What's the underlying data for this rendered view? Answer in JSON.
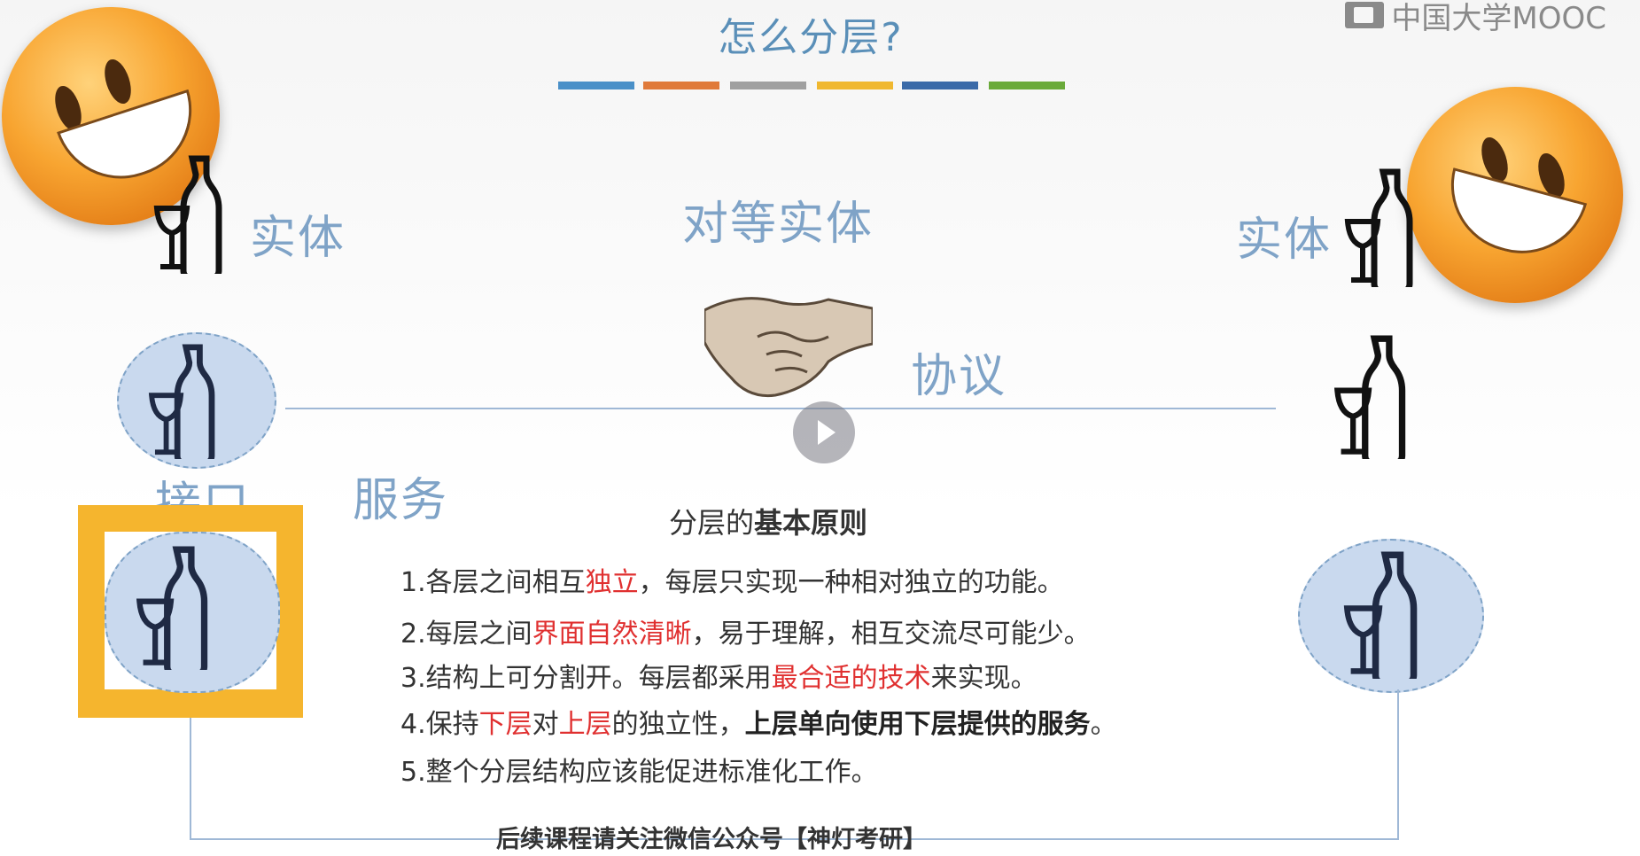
{
  "slide": {
    "title": "怎么分层?",
    "title_bar_colors": [
      "#4a90c8",
      "#e07a3a",
      "#a0a0a0",
      "#f0b830",
      "#3a6aa8",
      "#6aaa3a"
    ],
    "logo_text": "中国大学MOOC"
  },
  "labels": {
    "entity_left": "实体",
    "peer_entity": "对等实体",
    "entity_right": "实体",
    "protocol": "协议",
    "interface": "接口",
    "service": "服务"
  },
  "principles": {
    "title_plain": "分层的",
    "title_bold": "基本原则",
    "rules": [
      {
        "num": "1.",
        "parts": [
          {
            "t": "各层之间相互",
            "s": "n"
          },
          {
            "t": "独立",
            "s": "r"
          },
          {
            "t": "，每层只实现一种相对独立的功能。",
            "s": "n"
          }
        ]
      },
      {
        "num": "2.",
        "parts": [
          {
            "t": "每层之间",
            "s": "n"
          },
          {
            "t": "界面自然清晰",
            "s": "r"
          },
          {
            "t": "，易于理解，相互交流尽可能少。",
            "s": "n"
          }
        ]
      },
      {
        "num": "3.",
        "parts": [
          {
            "t": "结构上可分割开。每层都采用",
            "s": "n"
          },
          {
            "t": "最合适的技术",
            "s": "r"
          },
          {
            "t": "来实现。",
            "s": "n"
          }
        ]
      },
      {
        "num": "4.",
        "parts": [
          {
            "t": "保持",
            "s": "n"
          },
          {
            "t": "下层",
            "s": "r"
          },
          {
            "t": "对",
            "s": "n"
          },
          {
            "t": "上层",
            "s": "r"
          },
          {
            "t": "的独立性，",
            "s": "n"
          },
          {
            "t": "上层单向使用下层提供的服务",
            "s": "b"
          },
          {
            "t": "。",
            "s": "n"
          }
        ]
      },
      {
        "num": "5.",
        "parts": [
          {
            "t": "整个分层结构应该能促进标准化工作。",
            "s": "n"
          }
        ]
      }
    ]
  },
  "footer": "后续课程请关注微信公众号【神灯考研】",
  "player": {
    "play_icon": "play-icon"
  },
  "colors": {
    "accent_blue": "#7fa3c7",
    "highlight_red": "#e03030",
    "interface_box": "#f5b52e"
  }
}
